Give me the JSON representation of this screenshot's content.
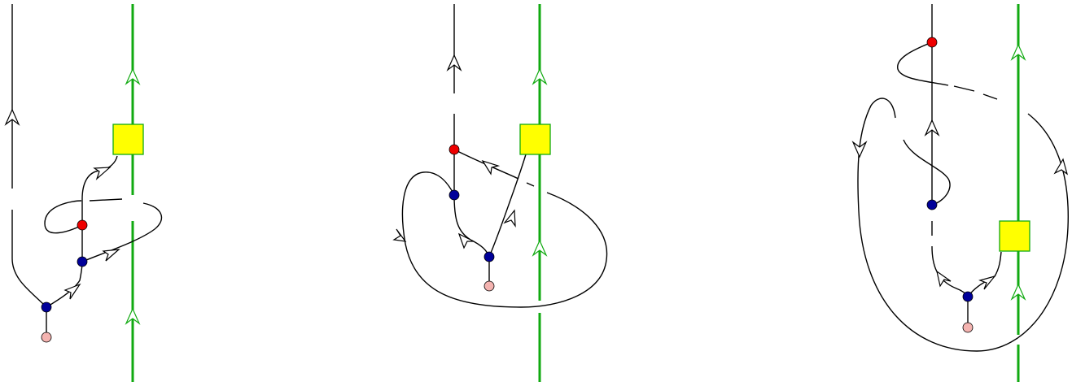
{
  "colors": {
    "background": "#ffffff",
    "wire": "#000000",
    "strand": "#11aa11",
    "box_fill": "#ffff00",
    "box_stroke": "#11aa11",
    "node_red": "#ee0000",
    "node_blue": "#000099",
    "node_pink": "#f4b3b0",
    "arrow_wire": "#000000",
    "arrow_strand": "#11aa11"
  },
  "panels": [
    {
      "id": "left",
      "node_colors": [
        "blue",
        "blue",
        "red",
        "pink"
      ],
      "box_count": 1
    },
    {
      "id": "middle",
      "node_colors": [
        "red",
        "blue",
        "blue",
        "pink"
      ],
      "box_count": 1
    },
    {
      "id": "right",
      "node_colors": [
        "red",
        "blue",
        "blue",
        "pink"
      ],
      "box_count": 1
    }
  ]
}
